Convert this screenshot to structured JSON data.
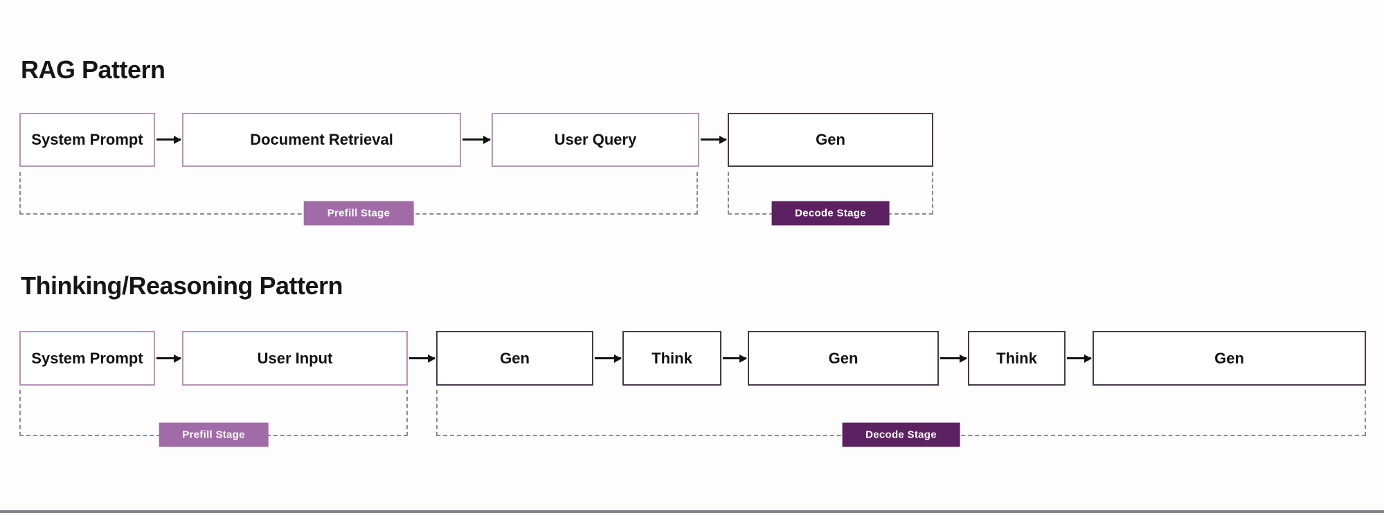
{
  "colors": {
    "background": "#fdfdfd",
    "light_box_border": "#b595b8",
    "dark_box_border": "#46394a",
    "prefill_badge": "#a16ba7",
    "decode_badge": "#5c2161",
    "dashed_bracket": "#8b8b8b",
    "arrow": "#111111",
    "heading_text": "#161616",
    "bottom_bar": "#7d828a"
  },
  "sections": [
    {
      "title": "RAG Pattern",
      "nodes": [
        {
          "label": "System Prompt",
          "style": "light"
        },
        {
          "label": "Document Retrieval",
          "style": "light"
        },
        {
          "label": "User Query",
          "style": "light"
        },
        {
          "label": "Gen",
          "style": "dark"
        }
      ],
      "stages": [
        {
          "label": "Prefill Stage",
          "type": "prefill"
        },
        {
          "label": "Decode Stage",
          "type": "decode"
        }
      ]
    },
    {
      "title": "Thinking/Reasoning Pattern",
      "nodes": [
        {
          "label": "System Prompt",
          "style": "light"
        },
        {
          "label": "User Input",
          "style": "light"
        },
        {
          "label": "Gen",
          "style": "dark"
        },
        {
          "label": "Think",
          "style": "dark"
        },
        {
          "label": "Gen",
          "style": "dark"
        },
        {
          "label": "Think",
          "style": "dark"
        },
        {
          "label": "Gen",
          "style": "dark"
        }
      ],
      "stages": [
        {
          "label": "Prefill Stage",
          "type": "prefill"
        },
        {
          "label": "Decode Stage",
          "type": "decode"
        }
      ]
    }
  ]
}
